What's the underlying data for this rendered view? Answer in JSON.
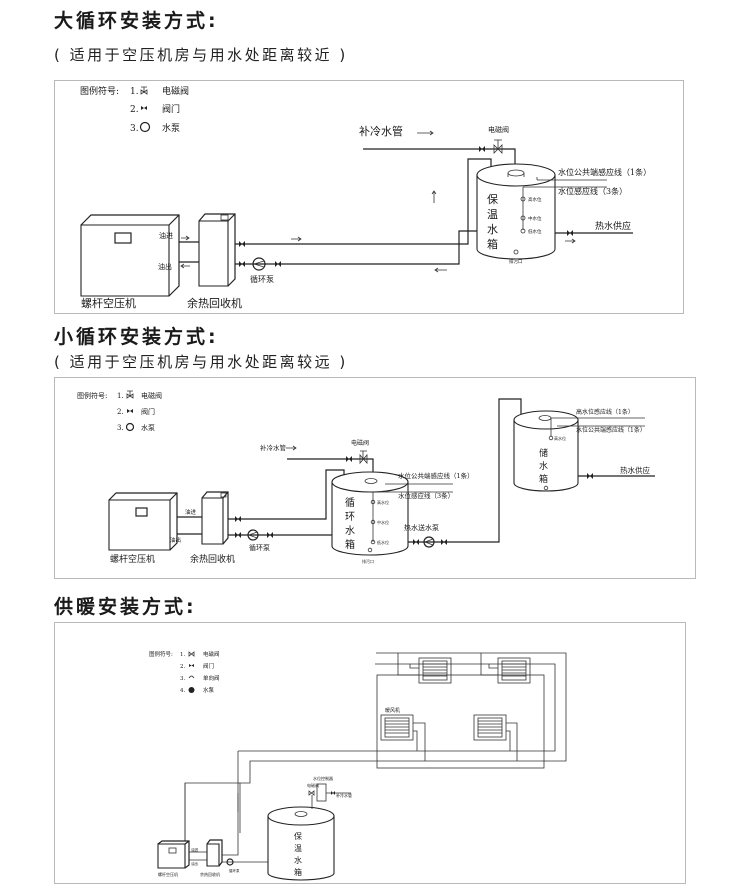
{
  "sections": [
    {
      "title": "大循环安装方式:",
      "subtitle": "( 适用于空压机房与用水处距离较近 )",
      "legend": {
        "prefix": "图例符号:",
        "items": [
          {
            "num": "1.",
            "icon": "solenoid-valve-icon",
            "label": "电磁阀"
          },
          {
            "num": "2.",
            "icon": "gate-valve-icon",
            "label": "阀门"
          },
          {
            "num": "3.",
            "icon": "water-pump-icon",
            "label": "水泵"
          }
        ]
      },
      "labels": {
        "compressor": "螺杆空压机",
        "heat_recovery": "余热回收机",
        "oil_in": "油进",
        "oil_out": "油出",
        "circulation_pump": "循环泵",
        "cold_water_pipe": "补冷水管",
        "solenoid_valve": "电磁阀",
        "tank": [
          "保",
          "温",
          "水",
          "箱"
        ],
        "common_sensor": "水位公共端感应线（1条）",
        "level_sensor": "水位感应线（3条）",
        "high_level": "高水位",
        "mid_level": "中水位",
        "low_level": "低水位",
        "drain": "排污口",
        "hot_water_supply": "热水供应"
      }
    },
    {
      "title": "小循环安装方式:",
      "subtitle": "( 适用于空压机房与用水处距离较远 )",
      "legend": {
        "prefix": "图例符号:",
        "items": [
          {
            "num": "1.",
            "icon": "solenoid-valve-icon",
            "label": "电磁阀"
          },
          {
            "num": "2.",
            "icon": "gate-valve-icon",
            "label": "阀门"
          },
          {
            "num": "3.",
            "icon": "water-pump-icon",
            "label": "水泵"
          }
        ]
      },
      "labels": {
        "compressor": "螺杆空压机",
        "heat_recovery": "余热回收机",
        "oil_in": "油进",
        "oil_out": "油出",
        "circulation_pump": "循环泵",
        "cold_water_pipe": "补冷水管",
        "solenoid_valve": "电磁阀",
        "tank": [
          "循",
          "环",
          "水",
          "箱"
        ],
        "common_sensor": "水位公共端感应线（1条）",
        "level_sensor": "水位感应线（3条）",
        "high_level": "高水位",
        "mid_level": "中水位",
        "low_level": "低水位",
        "drain": "排污口",
        "transfer_pump": "热水送水泵",
        "storage_tank": [
          "储",
          "水",
          "箱"
        ],
        "storage_high_sensor": "高水位感应线（1条）",
        "storage_common_sensor": "水位公共端感应线（1条）",
        "storage_high_level": "高水位",
        "hot_water_supply": "热水供应"
      }
    },
    {
      "title": "供暖安装方式:",
      "legend": {
        "prefix": "图例符号:",
        "items": [
          {
            "num": "1.",
            "icon": "solenoid-valve-icon",
            "label": "电磁阀"
          },
          {
            "num": "2.",
            "icon": "gate-valve-icon",
            "label": "阀门"
          },
          {
            "num": "3.",
            "icon": "check-valve-icon",
            "label": "单向阀"
          },
          {
            "num": "4.",
            "icon": "water-pump-icon",
            "label": "水泵"
          }
        ]
      },
      "labels": {
        "compressor": "螺杆空压机",
        "heat_recovery": "余热回收机",
        "oil_in": "油进",
        "oil_out": "油出",
        "circulation_pump": "循环泵",
        "fan_coil": "暖风机",
        "tank": [
          "保",
          "温",
          "水",
          "箱"
        ],
        "solenoid_valve": "电磁阀",
        "level_controller": "水位控制器",
        "cold_water_pipe": "补冷水管"
      }
    }
  ]
}
